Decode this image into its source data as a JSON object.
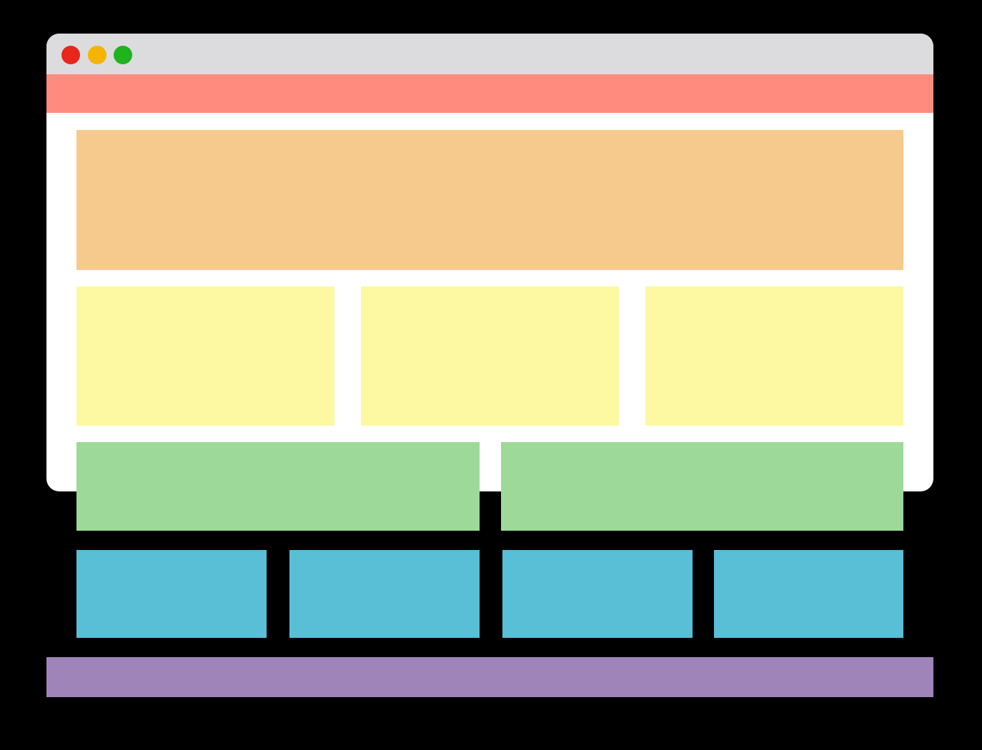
{
  "colors": {
    "background": "#000000",
    "window": "#ffffff",
    "titlebar": "#dcdcde",
    "close": "#e8261c",
    "minimize": "#f5b400",
    "maximize": "#1fb31f",
    "header": "#ff8b7e",
    "hero": "#f6c98c",
    "three_column": "#fdf8a2",
    "two_column": "#9dd998",
    "four_column": "#58bfd7",
    "footer": "#9f84ba"
  },
  "window_controls": [
    "close-icon",
    "minimize-icon",
    "maximize-icon"
  ],
  "layout_rows": {
    "three_column_count": 3,
    "two_column_count": 2,
    "four_column_count": 4
  }
}
